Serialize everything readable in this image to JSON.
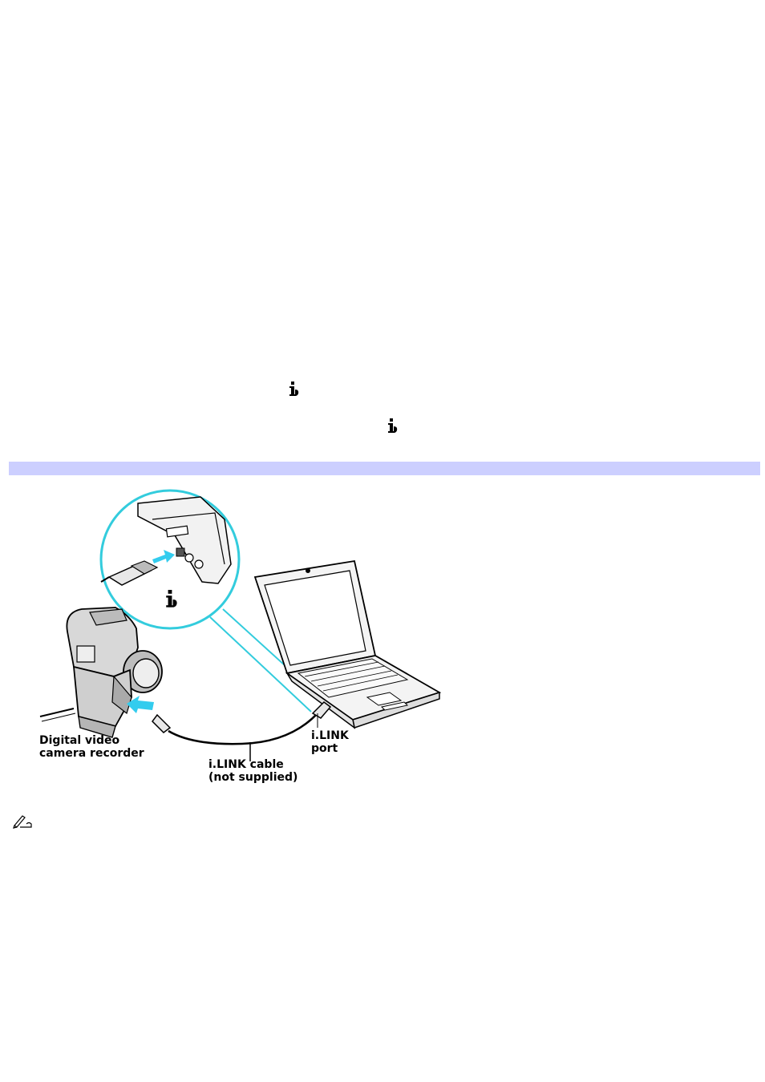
{
  "colors": {
    "section_bar": "#cccfff",
    "callout_stroke": "#33ccdd",
    "arrow_fill": "#33ccee",
    "line_art": "#000000"
  },
  "icons": {
    "inline_1": "ilink-icon",
    "inline_2": "ilink-icon",
    "figure": "ilink-icon",
    "note": "note-pencil-icon"
  },
  "figure": {
    "label_camera": "Digital video\ncamera recorder",
    "label_cable": "i.LINK cable\n(not supplied)",
    "label_port": "i.LINK\nport"
  }
}
